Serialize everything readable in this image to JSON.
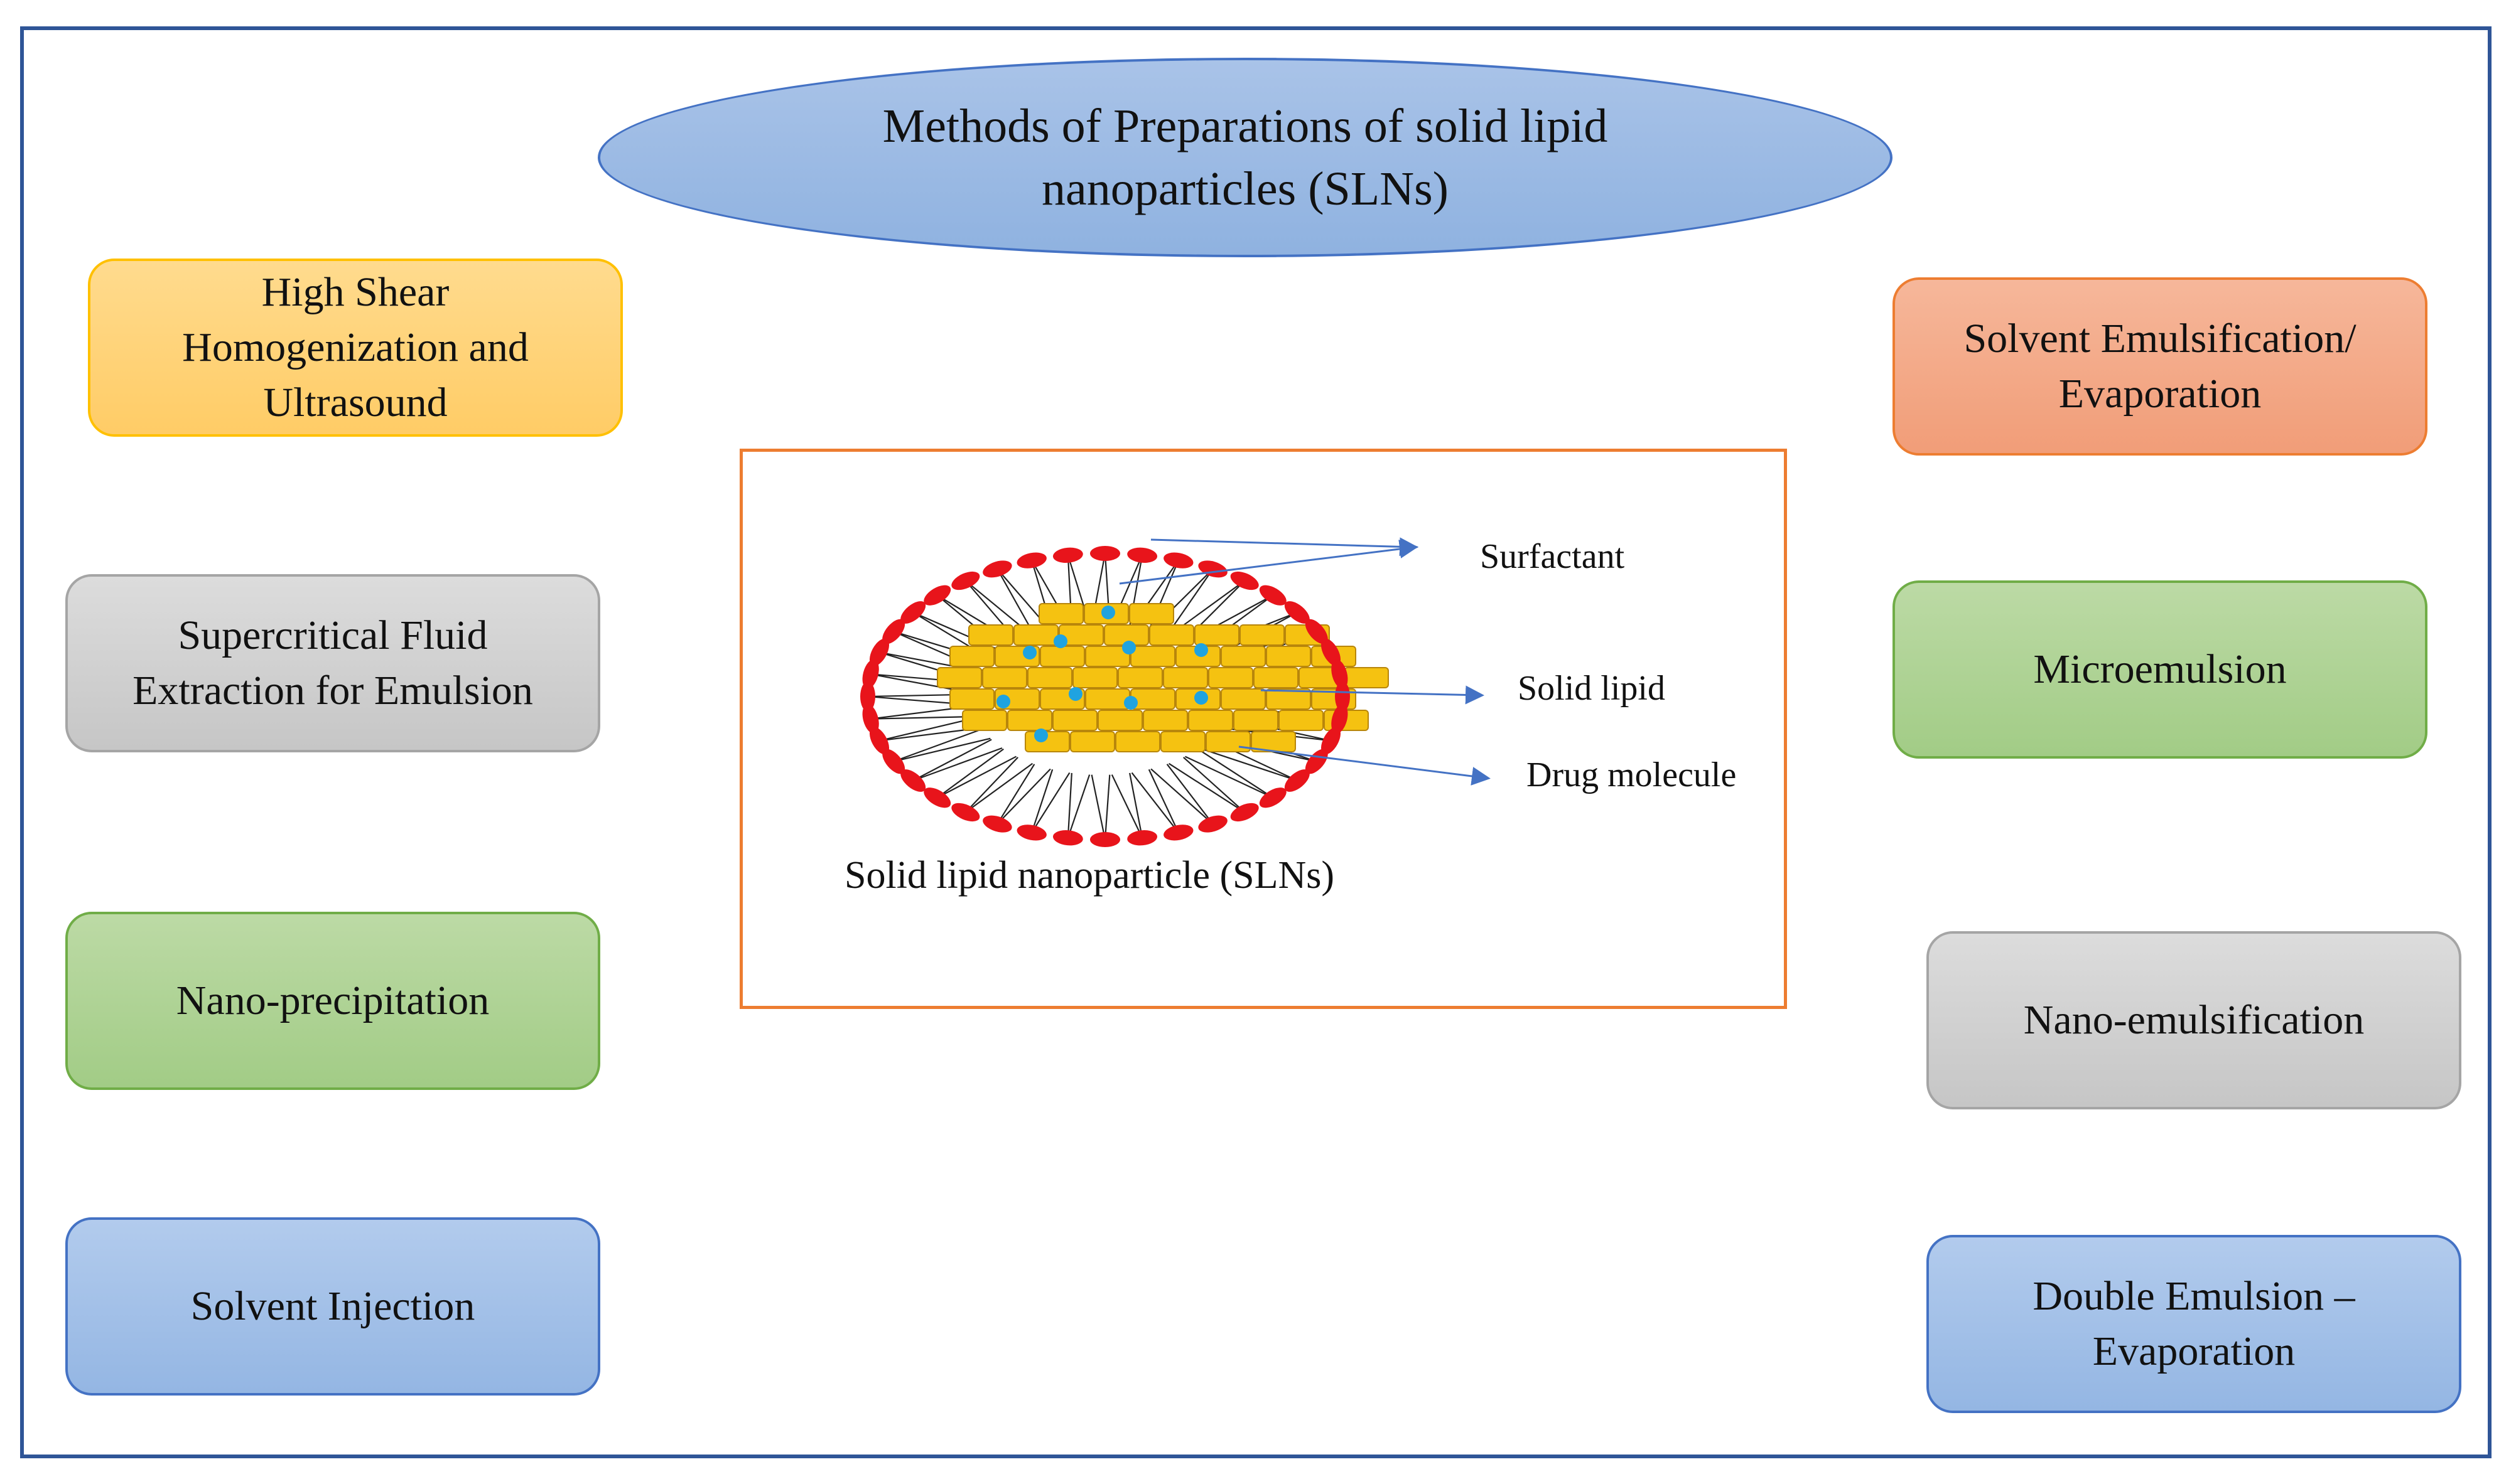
{
  "title": "Methods of Preparations of solid lipid nanoparticles (SLNs)",
  "methods": {
    "high_shear": "High Shear Homogenization and Ultrasound",
    "supercritical": "Supercritical Fluid Extraction for Emulsion",
    "nano_precipitation": "Nano-precipitation",
    "solvent_injection": "Solvent Injection",
    "solvent_emulsification": "Solvent Emulsification/ Evaporation",
    "microemulsion": "Microemulsion",
    "nano_emulsification": "Nano-emulsification",
    "double_emulsion": "Double Emulsion – Evaporation"
  },
  "sln": {
    "surfactant_label": "Surfactant",
    "solid_lipid_label": "Solid lipid",
    "drug_label": "Drug molecule",
    "caption": "Solid lipid nanoparticle (SLNs)"
  },
  "colors": {
    "surfactant_head": "#e8141b",
    "lipid_block": "#f5c211",
    "drug_dot": "#1fa3e0",
    "pointer_line": "#4472c4"
  }
}
